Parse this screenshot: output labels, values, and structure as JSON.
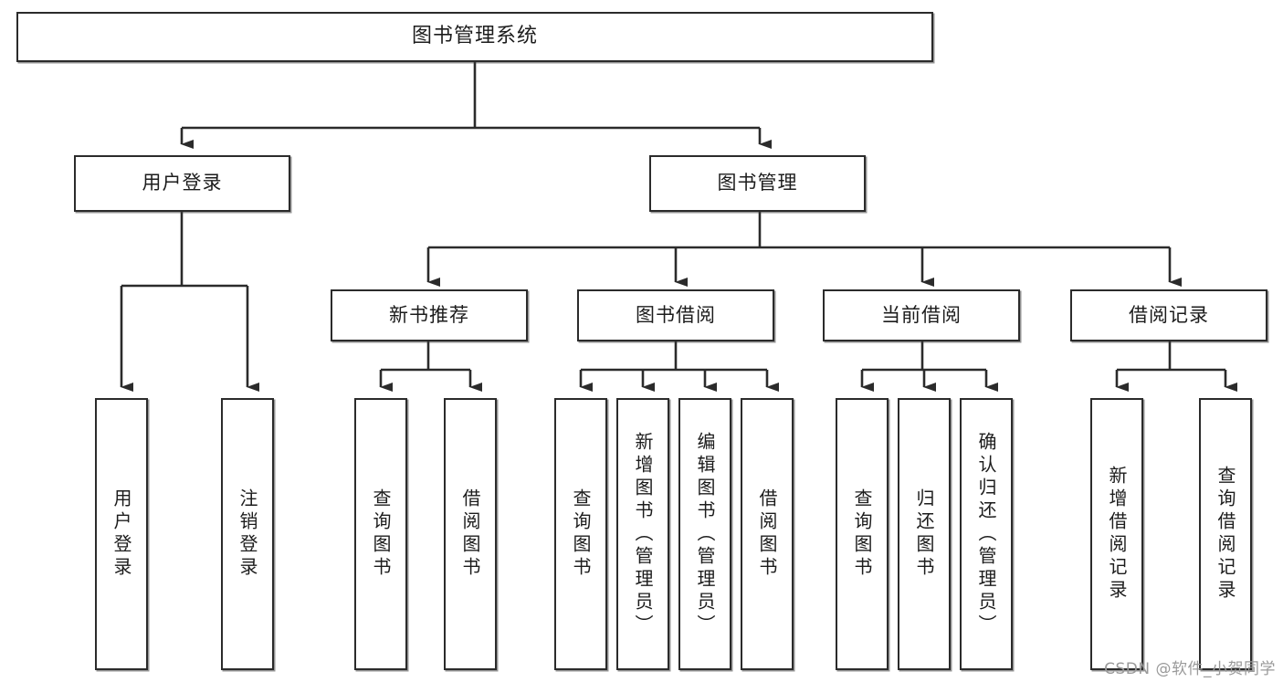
{
  "diagram": {
    "type": "tree-hierarchy-diagram",
    "title": "图书管理系统",
    "watermark": "CSDN @软件_小贺同学",
    "colors": {
      "box_border": "#2b2b2b",
      "box_fill": "#ffffff",
      "connector": "#2b2b2b",
      "text": "#1c1c1c",
      "watermark": "#9a9a9a"
    },
    "levels": {
      "level1": [
        "图书管理系统"
      ],
      "level2": [
        "用户登录",
        "图书管理"
      ],
      "level3": [
        "新书推荐",
        "图书借阅",
        "当前借阅",
        "借阅记录"
      ],
      "level4": [
        "用户登录",
        "注销登录",
        "查询图书",
        "借阅图书",
        "查询图书",
        "新增图书（管理员）",
        "编辑图书（管理员）",
        "借阅图书",
        "查询图书",
        "归还图书",
        "确认归还（管理员）",
        "新增借阅记录",
        "查询借阅记录"
      ]
    },
    "nodes": {
      "root": {
        "label": "图书管理系统"
      },
      "user_login": {
        "label": "用户登录"
      },
      "book_manage": {
        "label": "图书管理"
      },
      "new_book_rec": {
        "label": "新书推荐"
      },
      "book_borrow": {
        "label": "图书借阅"
      },
      "current_borrow": {
        "label": "当前借阅"
      },
      "borrow_record": {
        "label": "借阅记录"
      },
      "leaf_user_login": {
        "label": "用户登录"
      },
      "leaf_logout": {
        "label": "注销登录"
      },
      "leaf_query_book_1": {
        "label": "查询图书"
      },
      "leaf_borrow_book_1": {
        "label": "借阅图书"
      },
      "leaf_query_book_2": {
        "label": "查询图书"
      },
      "leaf_add_book": {
        "label": "新增图书（管理员）"
      },
      "leaf_edit_book": {
        "label": "编辑图书（管理员）"
      },
      "leaf_borrow_book_2": {
        "label": "借阅图书"
      },
      "leaf_query_book_3": {
        "label": "查询图书"
      },
      "leaf_return_book": {
        "label": "归还图书"
      },
      "leaf_confirm_return": {
        "label": "确认归还（管理员）"
      },
      "leaf_add_record": {
        "label": "新增借阅记录"
      },
      "leaf_query_record": {
        "label": "查询借阅记录"
      }
    }
  }
}
